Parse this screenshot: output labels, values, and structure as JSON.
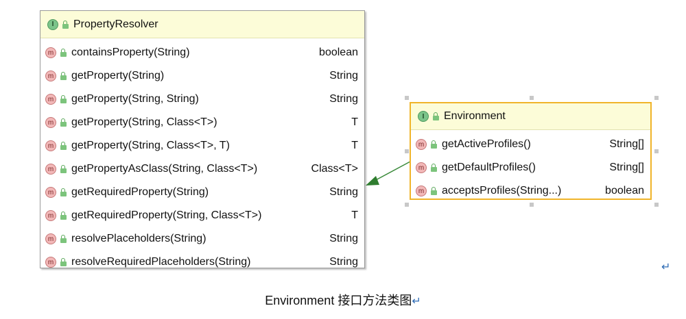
{
  "property_resolver": {
    "title": "PropertyResolver",
    "methods": [
      {
        "name": "containsProperty(String)",
        "type": "boolean"
      },
      {
        "name": "getProperty(String)",
        "type": "String"
      },
      {
        "name": "getProperty(String, String)",
        "type": "String"
      },
      {
        "name": "getProperty(String, Class<T>)",
        "type": "T"
      },
      {
        "name": "getProperty(String, Class<T>, T)",
        "type": "T"
      },
      {
        "name": "getPropertyAsClass(String, Class<T>)",
        "type": "Class<T>"
      },
      {
        "name": "getRequiredProperty(String)",
        "type": "String"
      },
      {
        "name": "getRequiredProperty(String, Class<T>)",
        "type": "T"
      },
      {
        "name": "resolvePlaceholders(String)",
        "type": "String"
      },
      {
        "name": "resolveRequiredPlaceholders(String)",
        "type": "String"
      }
    ]
  },
  "environment": {
    "title": "Environment",
    "methods": [
      {
        "name": "getActiveProfiles()",
        "type": "String[]"
      },
      {
        "name": "getDefaultProfiles()",
        "type": "String[]"
      },
      {
        "name": "acceptsProfiles(String...)",
        "type": "boolean"
      }
    ]
  },
  "caption": "Environment 接口方法类图",
  "glyphs": {
    "interface_icon": "I",
    "method_icon": "m",
    "pilcrow": "↵"
  },
  "colors": {
    "header_bg": "#fcfcd8",
    "selected_border": "#f0b429",
    "arrow": "#3a8a3a"
  }
}
